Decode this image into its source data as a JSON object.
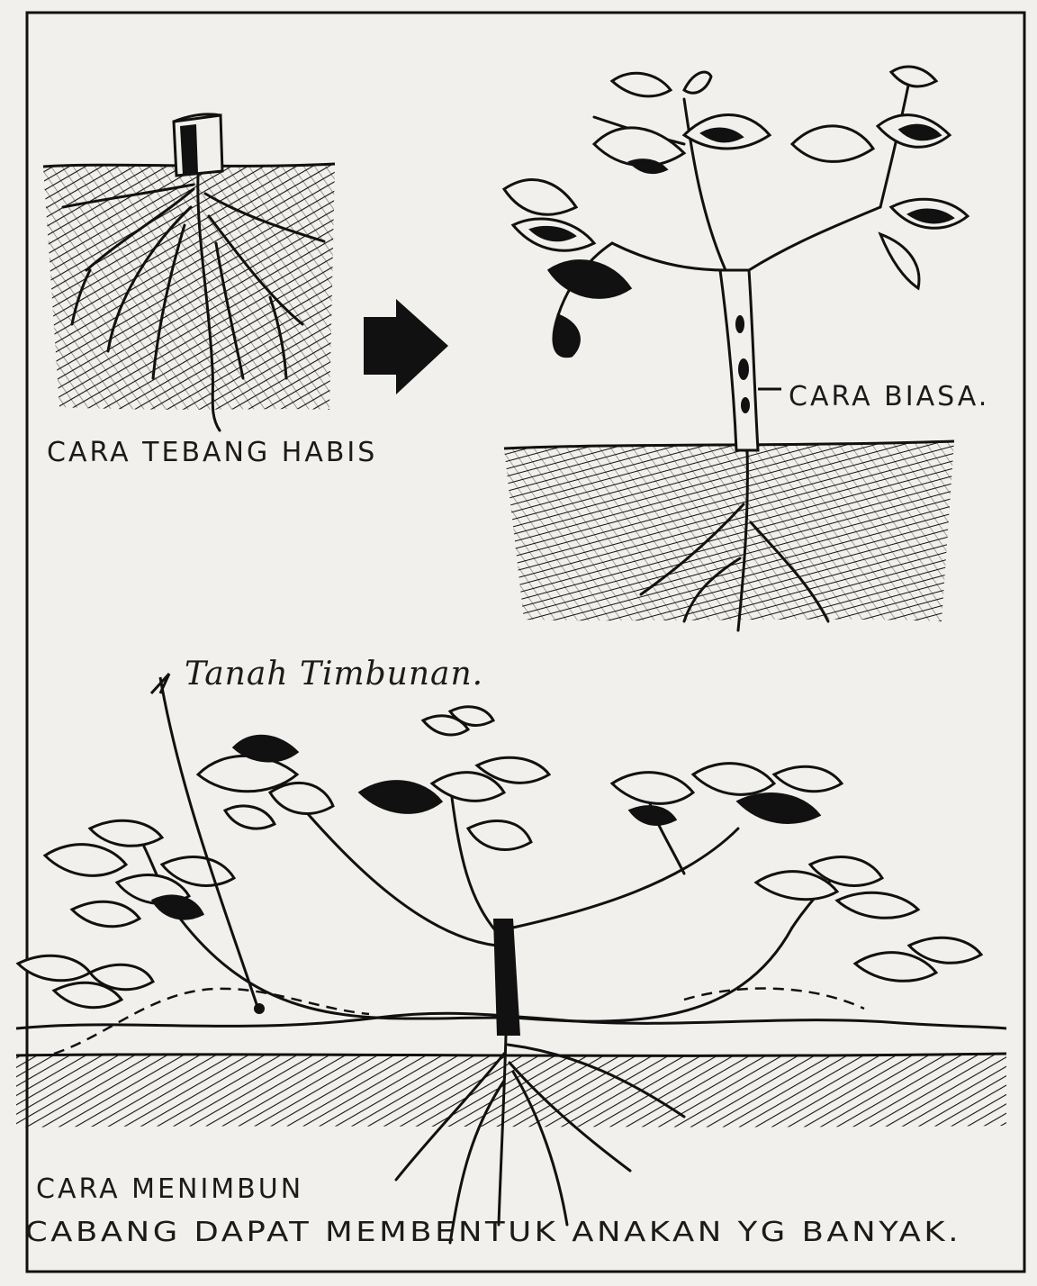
{
  "labels": {
    "tebang_habis": "CARA TEBANG HABIS",
    "biasa": "CARA BIASA.",
    "timbunan": "Tanah Timbunan.",
    "menimbun_line1": "CARA MENIMBUN",
    "menimbun_line2": "CABANG DAPAT MEMBENTUK ANAKAN YG BANYAK."
  },
  "colors": {
    "ink": "#111111",
    "paper": "#f1f0ec"
  },
  "icons": {
    "arrow": "right-arrow-icon"
  }
}
